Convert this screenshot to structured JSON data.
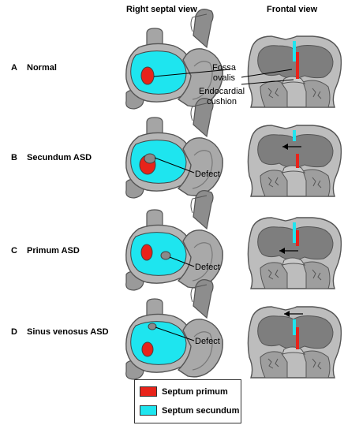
{
  "columns": {
    "left": "Right septal view",
    "right": "Frontal view"
  },
  "rows": [
    {
      "letter": "A",
      "label": "Normal"
    },
    {
      "letter": "B",
      "label": "Secundum ASD"
    },
    {
      "letter": "C",
      "label": "Primum ASD"
    },
    {
      "letter": "D",
      "label": "Sinus venosus ASD"
    }
  ],
  "annotations": {
    "fossa_ovalis": "Fossa\novalis",
    "endocardial_cushion": "Endocardial\ncushion",
    "defect": "Defect"
  },
  "legend": [
    {
      "label": "Septum primum",
      "color": "#e8231a"
    },
    {
      "label": "Septum secundum",
      "color": "#1ee5ef"
    }
  ],
  "colors": {
    "wall": "#b9b9b9",
    "chamber": "#808080",
    "outline": "#555555"
  }
}
